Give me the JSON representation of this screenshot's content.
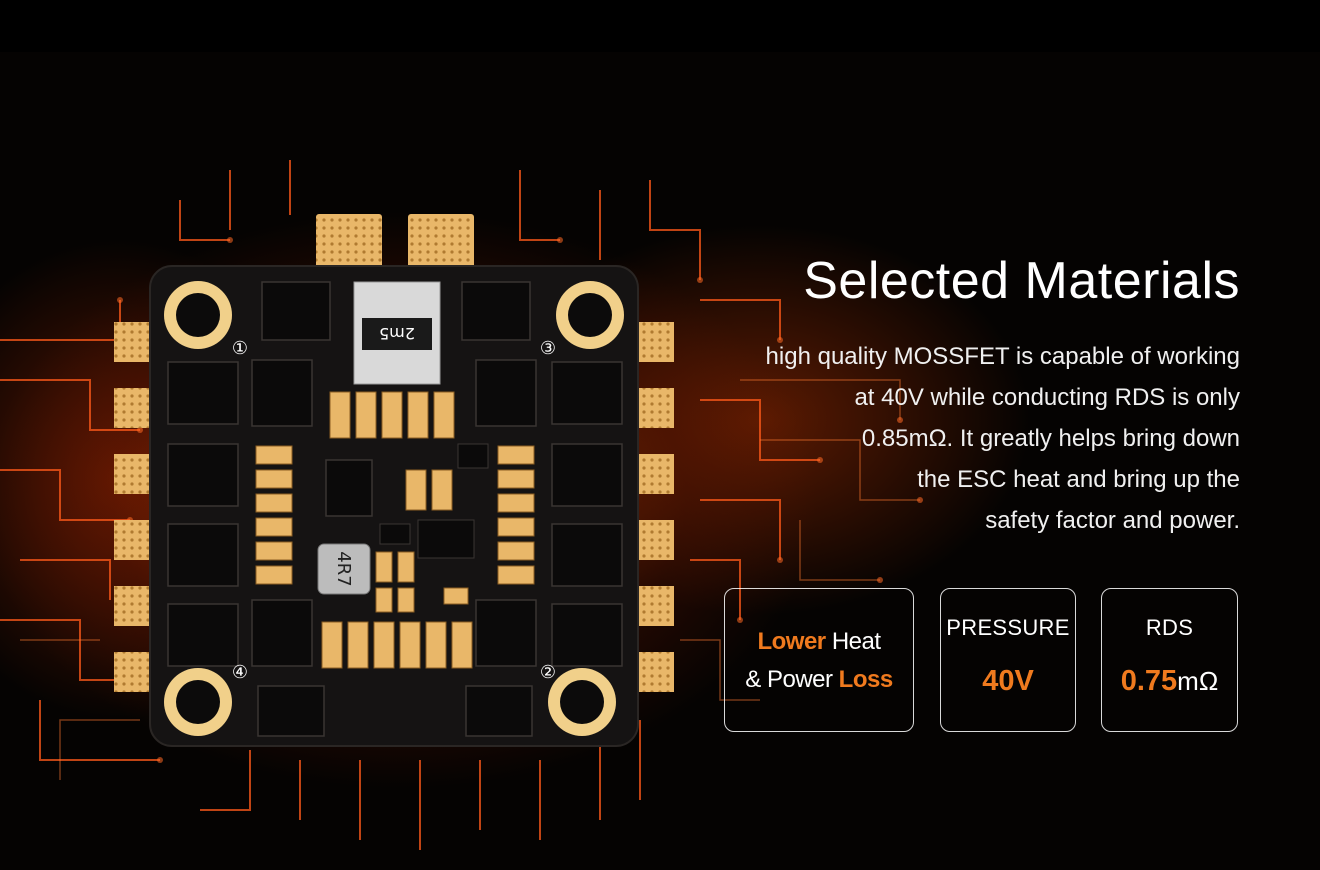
{
  "heading": {
    "title": "Selected Materials",
    "description_lines": [
      "high quality MOSSFET is capable of working",
      "at 40V while conducting RDS is only",
      "0.85mΩ. It greatly helps bring down",
      "the ESC heat and bring up the",
      "safety factor and power."
    ]
  },
  "cards": {
    "heat": {
      "line1_accent": "Lower",
      "line1_rest": " Heat",
      "line2_rest": "& Power ",
      "line2_accent": "Loss"
    },
    "pressure": {
      "label": "PRESSURE",
      "value": "40V"
    },
    "rds": {
      "label": "RDS",
      "value": "0.75",
      "unit": "mΩ"
    }
  },
  "board_markings": {
    "inductor_text": "4R7",
    "shunt_text": "2m5",
    "corner_labels": [
      "①",
      "③",
      "④",
      "②"
    ]
  },
  "colors": {
    "accent": "#f07a1e",
    "background": "#000000",
    "text": "#ffffff",
    "trace_glow": "#ff4a10",
    "pad_gold": "#e8b86a"
  }
}
